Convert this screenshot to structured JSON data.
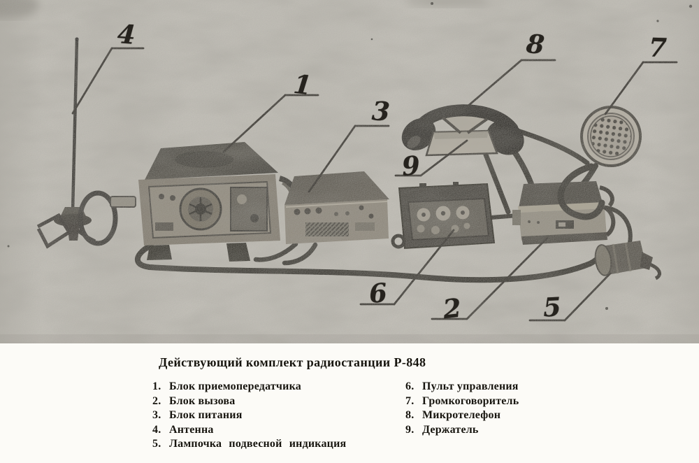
{
  "figure": {
    "callouts": {
      "c1": "1",
      "c2": "2",
      "c3": "3",
      "c4": "4",
      "c5": "5",
      "c6": "6",
      "c7": "7",
      "c8": "8",
      "c9": "9"
    }
  },
  "caption": {
    "title": "Действующий комплект радиостанции Р-848",
    "left_items": [
      {
        "num": "1.",
        "label": "Блок приемопередатчика"
      },
      {
        "num": "2.",
        "label": "Блок вызова"
      },
      {
        "num": "3.",
        "label": "Блок питания"
      },
      {
        "num": "4.",
        "label": "Антенна"
      },
      {
        "num": "5.",
        "label": "Лампочка подвесной индикация"
      }
    ],
    "right_items": [
      {
        "num": "6.",
        "label": "Пульт управления"
      },
      {
        "num": "7.",
        "label": "Громкоговоритель"
      },
      {
        "num": "8.",
        "label": "Микротелефон"
      },
      {
        "num": "9.",
        "label": "Держатель"
      }
    ]
  },
  "colors": {
    "paper": "#fbfaf6",
    "photo_background": "#c7c4bc",
    "ink": "#26231e",
    "equipment_dark": "#2c2a25",
    "panel_light": "#8d8678"
  }
}
